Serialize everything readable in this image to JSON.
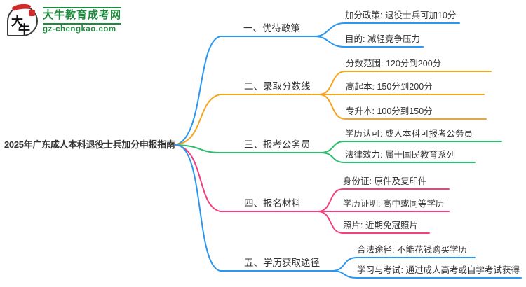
{
  "logo": {
    "icon_text_top": "大",
    "icon_text_bottom": "牛",
    "site_name": "大牛教育成考网",
    "site_url": "gz-chengkao.com",
    "brand_green": "#1E8A3E",
    "seal_red": "#CF2B2B"
  },
  "mindmap": {
    "text_color": "#333333",
    "root": {
      "label": "2025年广东成人本科退役士兵加分申报指南"
    },
    "branches": [
      {
        "label": "一、优待政策",
        "color": "#2B96F0",
        "children": [
          {
            "text": "加分政策: 退役士兵可加10分"
          },
          {
            "text": "目的: 减轻竞争压力"
          }
        ]
      },
      {
        "label": "二、录取分数线",
        "color": "#F5A41D",
        "children": [
          {
            "text": "分数范围: 120分到200分"
          },
          {
            "text": "高起本: 150分到200分"
          },
          {
            "text": "专升本: 100分到150分"
          }
        ]
      },
      {
        "label": "三、报考公务员",
        "color": "#2BBE6B",
        "children": [
          {
            "text": "学历认可: 成人本科可报考公务员"
          },
          {
            "text": "法律效力: 属于国民教育系列"
          }
        ]
      },
      {
        "label": "四、报名材料",
        "color": "#F43F7F",
        "children": [
          {
            "text": "身份证: 原件及复印件"
          },
          {
            "text": "学历证明: 高中或同等学历"
          },
          {
            "text": "照片: 近期免冠照片"
          }
        ]
      },
      {
        "label": "五、学历获取途径",
        "color": "#2B96F0",
        "children": [
          {
            "text": "合法途径: 不能花钱购买学历"
          },
          {
            "text": "学习与考试: 通过成人高考或自学考试获得"
          }
        ]
      }
    ]
  }
}
